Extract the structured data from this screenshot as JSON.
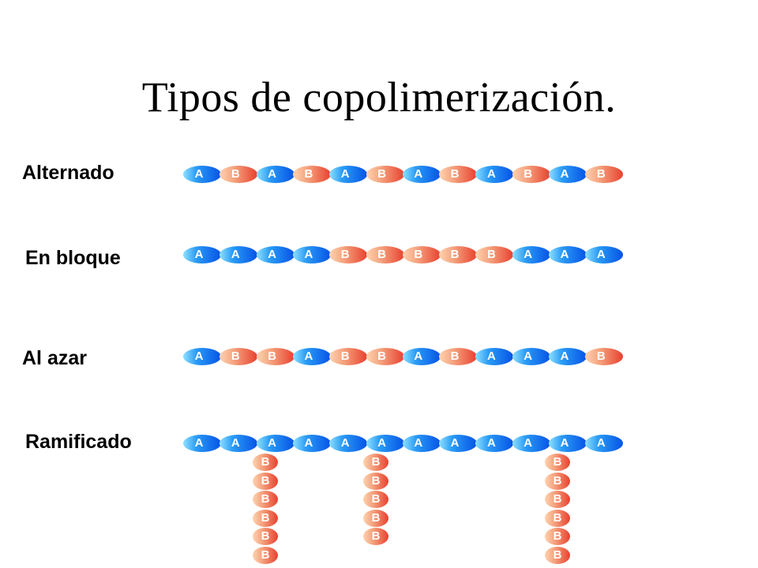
{
  "title": "Tipos de copolimerización.",
  "rows": [
    {
      "label": "Alternado",
      "sequence": [
        "A",
        "B",
        "A",
        "B",
        "A",
        "B",
        "A",
        "B",
        "A",
        "B",
        "A",
        "B"
      ]
    },
    {
      "label": "En bloque",
      "sequence": [
        "A",
        "A",
        "A",
        "A",
        "B",
        "B",
        "B",
        "B",
        "B",
        "A",
        "A",
        "A"
      ]
    },
    {
      "label": "Al azar",
      "sequence": [
        "A",
        "B",
        "B",
        "A",
        "B",
        "B",
        "A",
        "B",
        "A",
        "A",
        "A",
        "B"
      ]
    },
    {
      "label": "Ramificado",
      "sequence": [
        "A",
        "A",
        "A",
        "A",
        "A",
        "A",
        "A",
        "A",
        "A",
        "A",
        "A",
        "A"
      ]
    }
  ],
  "branches": [
    {
      "attached_to_unit": 3,
      "sequence": [
        "B",
        "B",
        "B",
        "B",
        "B",
        "B"
      ]
    },
    {
      "attached_to_unit": 6,
      "sequence": [
        "B",
        "B",
        "B",
        "B",
        "B"
      ]
    },
    {
      "attached_to_unit": 11,
      "sequence": [
        "B",
        "B",
        "B",
        "B",
        "B",
        "B"
      ]
    }
  ],
  "colors": {
    "A": "#0653e6",
    "B": "#e8412f"
  }
}
